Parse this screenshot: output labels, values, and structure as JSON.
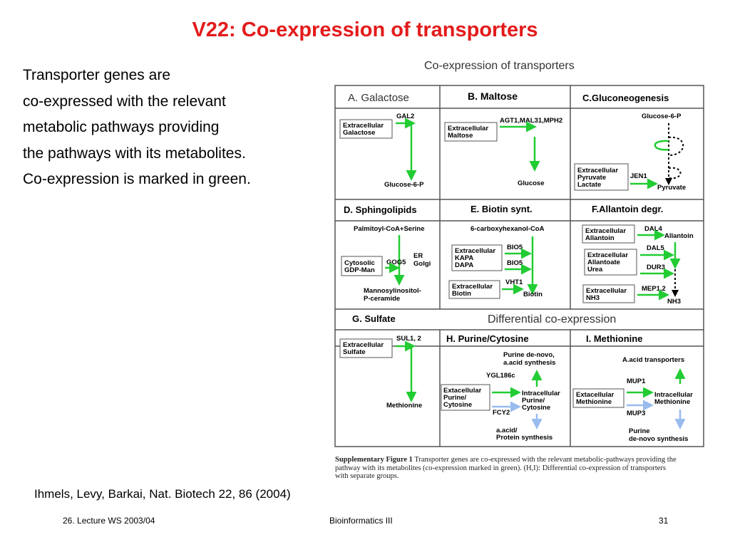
{
  "slide": {
    "title": "V22: Co-expression of transporters",
    "lines": [
      "Transporter genes are",
      "co-expressed with the relevant",
      "metabolic pathways providing",
      "the pathways with its metabolites.",
      "Co-expression is marked in green."
    ],
    "citation": "Ihmels, Levy, Barkai, Nat. Biotech 22, 86 (2004)"
  },
  "footer": {
    "left": "26. Lecture WS 2003/04",
    "center": "Bioinformatics III",
    "right": "31"
  },
  "figure": {
    "title": "Co-expression of transporters",
    "colors": {
      "green": "#22cc33",
      "blue": "#99bbee",
      "line": "#555555",
      "text": "#000000"
    },
    "panels": {
      "a": {
        "header": "A.  Galactose",
        "box": [
          "Extracellular",
          "Galactose"
        ],
        "gene": "GAL2",
        "product": "Glucose-6-P"
      },
      "b": {
        "header": "B.  Maltose",
        "box": [
          "Extracellular",
          "Maltose"
        ],
        "gene": "AGT1,MAL31,MPH2",
        "product": "Glucose"
      },
      "c": {
        "header": "C.Gluconeogenesis",
        "top": "Glucose-6-P",
        "box": [
          "Extracellular",
          "Pyruvate",
          "Lactate"
        ],
        "gene": "JEN1",
        "product": "Pyruvate"
      },
      "d": {
        "header": "D.  Sphingolipids",
        "top": "Palmitoyl-CoA+Serine",
        "compartment": [
          "ER",
          "Golgi"
        ],
        "box": [
          "Cytosolic",
          "GDP-Man"
        ],
        "gene": "GOG5",
        "product": [
          "Mannosylinositol-",
          "P-ceramide"
        ]
      },
      "e": {
        "header": "E.  Biotin synt.",
        "top": "6-carboxyhexanol-CoA",
        "box1": [
          "Extracellular",
          "KAPA",
          "DAPA"
        ],
        "genes1": [
          "BIO5",
          "BIO5"
        ],
        "box2": [
          "Extracellular",
          "Biotin"
        ],
        "gene2": "VHT1",
        "product": "Biotin"
      },
      "f": {
        "header": "F.Allantoin degr.",
        "box1": [
          "Extracellular",
          "Allantoin"
        ],
        "gene1": "DAL4",
        "product1": "Allantoin",
        "box2": [
          "Extracellular",
          "Allantoate",
          "Urea"
        ],
        "genes2": [
          "DAL5",
          "DUR3"
        ],
        "box3": [
          "Extracellular",
          "NH3"
        ],
        "gene3": "MEP1,2",
        "product3": "NH3"
      },
      "g": {
        "header": "G.  Sulfate",
        "box": [
          "Extracellular",
          "Sulfate"
        ],
        "gene": "SUL1, 2",
        "product": "Methionine"
      },
      "differential": "Differential co-expression",
      "h": {
        "header": "H.  Purine/Cytosine",
        "top": [
          "Purine de-novo,",
          "a.acid synthesis"
        ],
        "gene_top": "YGL186c",
        "box": [
          "Extacellular",
          "Purine/",
          "Cytosine"
        ],
        "intra": [
          "Intracellular",
          "Purine/",
          "Cytosine"
        ],
        "gene_bottom": "FCY2",
        "bottom": [
          "a.acid/",
          "Protein synthesis"
        ]
      },
      "i": {
        "header": "I.  Methionine",
        "top": "A.acid transporters",
        "gene_top": "MUP1",
        "box": [
          "Extacellular",
          "Methionine"
        ],
        "intra": [
          "Intracellular",
          "Methionine"
        ],
        "gene_bottom": "MUP3",
        "bottom": [
          "Purine",
          "de-novo synthesis"
        ]
      }
    },
    "caption": {
      "label": "Supplementary Figure 1",
      "text": "Transporter genes are co-expressed with the relevant metabolic-pathways providing the pathway with its metabolites (co-expression marked in green). (H,I): Differential co-expression of transporters with separate groups."
    }
  }
}
